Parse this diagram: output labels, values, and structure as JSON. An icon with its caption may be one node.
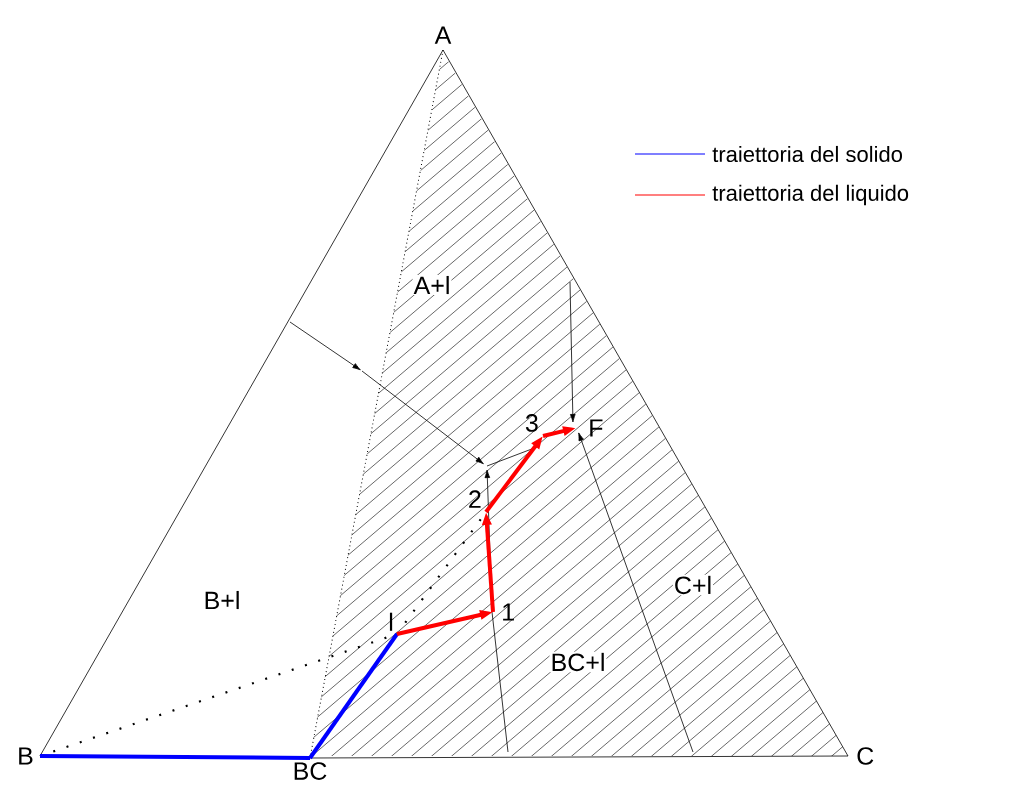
{
  "diagram": {
    "nodes": [
      {
        "text": [
          "A"
        ]
      },
      {
        "text": [
          "B"
        ]
      },
      {
        "text": [
          "C"
        ]
      },
      {
        "text": [
          "BC"
        ]
      },
      {
        "text": [
          "l"
        ]
      },
      {
        "text": [
          "1"
        ]
      },
      {
        "text": [
          "2"
        ]
      },
      {
        "text": [
          "3"
        ]
      },
      {
        "text": [
          "F"
        ]
      }
    ],
    "edges": [
      {
        "from": 0,
        "to": 1,
        "arrow": "none"
      },
      {
        "from": 0,
        "to": 2,
        "arrow": "none"
      },
      {
        "from": 3,
        "to": 2,
        "arrow": "none"
      },
      {
        "from": 0,
        "to": 3,
        "arrow": "none",
        "style": "dashed"
      },
      {
        "from": 1,
        "to": 4,
        "arrow": "none",
        "style": "dashed"
      },
      {
        "from": 4,
        "to": 6,
        "arrow": "none",
        "style": "dashed"
      },
      {
        "from": 1,
        "to": 3,
        "arrow": "none",
        "style": "thick",
        "color": "#0000ff"
      },
      {
        "from": 3,
        "to": 4,
        "arrow": "none",
        "style": "thick",
        "color": "#0000ff"
      },
      {
        "from": 4,
        "to": 5,
        "arrow": "to",
        "style": "thick",
        "color": "#ff0000"
      },
      {
        "from": 5,
        "to": 6,
        "arrow": "to",
        "style": "thick",
        "color": "#ff0000"
      },
      {
        "from": 6,
        "to": 7,
        "arrow": "to",
        "style": "thick",
        "color": "#ff0000"
      },
      {
        "from": 7,
        "to": 8,
        "arrow": "to",
        "style": "thick",
        "color": "#ff0000"
      }
    ],
    "labels": [
      "A+l",
      "B+l",
      "C+l",
      "BC+l"
    ],
    "legend": [
      {
        "text": "traiettoria del solido"
      },
      {
        "text": "traiettoria del liquido"
      }
    ]
  }
}
